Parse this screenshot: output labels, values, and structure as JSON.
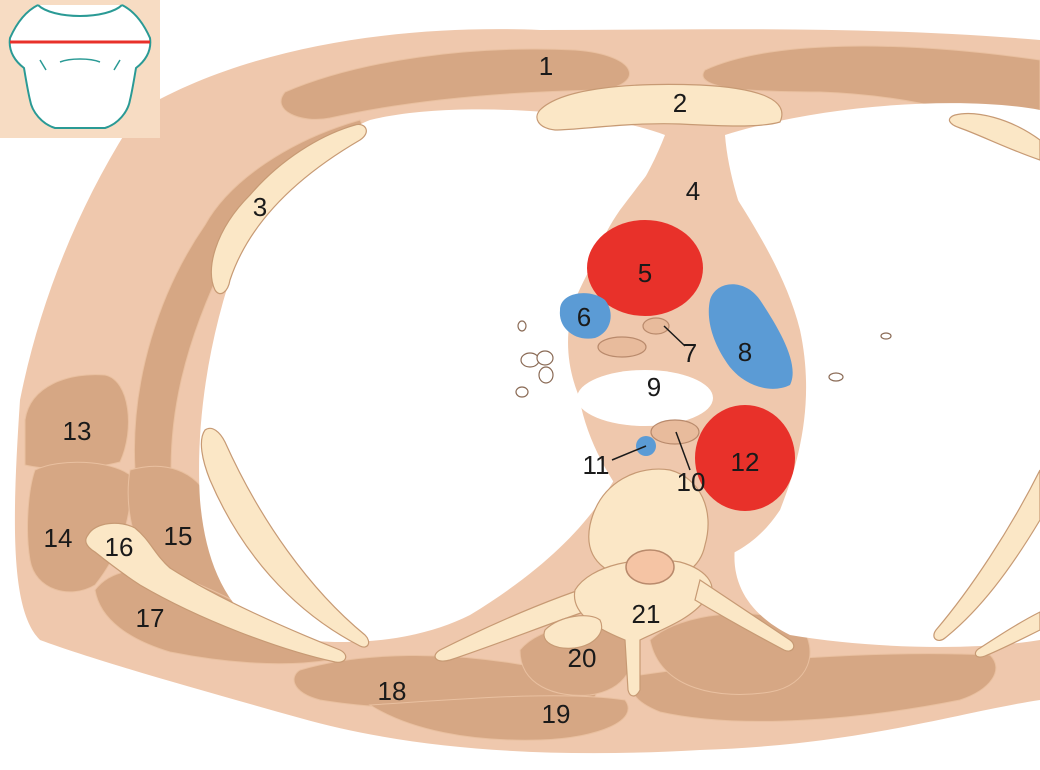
{
  "colors": {
    "skin": "#efc8ad",
    "muscle": "#d6a784",
    "bone": "#fbe7c6",
    "artery": "#e8312a",
    "vein": "#5b9bd5",
    "thumbnail_bg": "#f7dcc3",
    "section_line": "#e8312a",
    "body_outline": "#2a9a95"
  },
  "labels": [
    {
      "id": "1",
      "text": "1"
    },
    {
      "id": "2",
      "text": "2"
    },
    {
      "id": "3",
      "text": "3"
    },
    {
      "id": "4",
      "text": "4"
    },
    {
      "id": "5",
      "text": "5"
    },
    {
      "id": "6",
      "text": "6"
    },
    {
      "id": "7",
      "text": "7"
    },
    {
      "id": "8",
      "text": "8"
    },
    {
      "id": "9",
      "text": "9"
    },
    {
      "id": "10",
      "text": "10"
    },
    {
      "id": "11",
      "text": "11"
    },
    {
      "id": "12",
      "text": "12"
    },
    {
      "id": "13",
      "text": "13"
    },
    {
      "id": "14",
      "text": "14"
    },
    {
      "id": "15",
      "text": "15"
    },
    {
      "id": "16",
      "text": "16"
    },
    {
      "id": "17",
      "text": "17"
    },
    {
      "id": "18",
      "text": "18"
    },
    {
      "id": "19",
      "text": "19"
    },
    {
      "id": "20",
      "text": "20"
    },
    {
      "id": "21",
      "text": "21"
    }
  ]
}
